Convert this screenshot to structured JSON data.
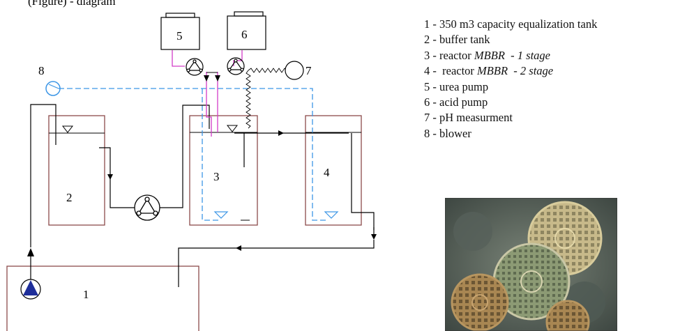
{
  "diagram": {
    "caption_fragment": "(Figure) - diagram",
    "numbers": {
      "n1": "1",
      "n2": "2",
      "n3": "3",
      "n4": "4",
      "n5": "5",
      "n6": "6",
      "n7": "7",
      "n8": "8"
    },
    "colors": {
      "line": "#000000",
      "tank_outline": "#8b4a4a",
      "air_line": "#3c96e6",
      "dosing_line": "#d23cc8",
      "pump_fill": "#1e2e9a"
    }
  },
  "legend": [
    {
      "num": "1",
      "sep": " - ",
      "text": "350 m3 capacity equalization tank",
      "italic": "",
      "tail": ""
    },
    {
      "num": "2",
      "sep": " - ",
      "text": "buffer tank",
      "italic": "",
      "tail": ""
    },
    {
      "num": "3",
      "sep": " - ",
      "text": "reactor ",
      "italic": "MBBR",
      "tail": "  - 1 stage"
    },
    {
      "num": "4",
      "sep": " -  ",
      "text": "reactor ",
      "italic": "MBBR",
      "tail": "  - 2 stage"
    },
    {
      "num": "5",
      "sep": " - ",
      "text": "urea pump",
      "italic": "",
      "tail": ""
    },
    {
      "num": "6",
      "sep": " - ",
      "text": "acid pump",
      "italic": "",
      "tail": ""
    },
    {
      "num": "7",
      "sep": " - ",
      "text": "pH measurment",
      "italic": "",
      "tail": ""
    },
    {
      "num": "8",
      "sep": " - ",
      "text": "blower",
      "italic": "",
      "tail": ""
    }
  ],
  "photo": {
    "subject": "MBBR biofilm carriers"
  }
}
